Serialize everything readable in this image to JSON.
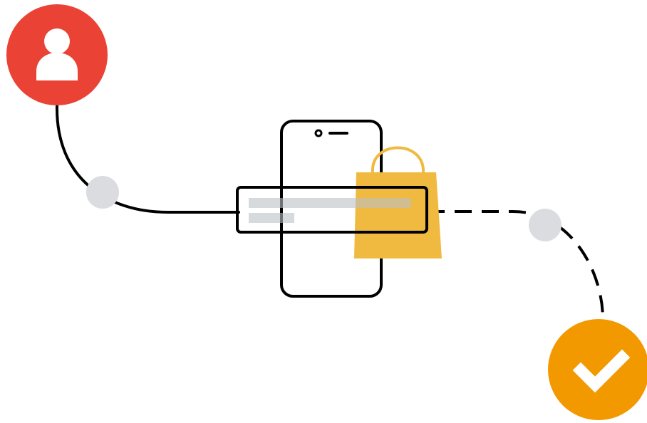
{
  "illustration": {
    "nodes": [
      {
        "role": "start",
        "icon": "user-icon",
        "color": "#ea4335"
      },
      {
        "role": "waypoint",
        "icon": "dot",
        "color": "#dadce0"
      },
      {
        "role": "device",
        "icon": "smartphone-icon",
        "color": "#000000"
      },
      {
        "role": "purchase",
        "icon": "shopping-bag-icon",
        "color": "#f0b940"
      },
      {
        "role": "waypoint",
        "icon": "dot",
        "color": "#dadce0"
      },
      {
        "role": "end",
        "icon": "checkmark-icon",
        "color": "#f29900"
      }
    ],
    "path": {
      "first_segment": "solid",
      "second_segment": "dashed",
      "stroke_color": "#000000"
    },
    "palette": {
      "user_badge": "#ea4335",
      "success_badge": "#f29900",
      "bag": "#f0b940",
      "waypoint": "#dadce0",
      "outline": "#000000",
      "background": "#ffffff"
    }
  }
}
